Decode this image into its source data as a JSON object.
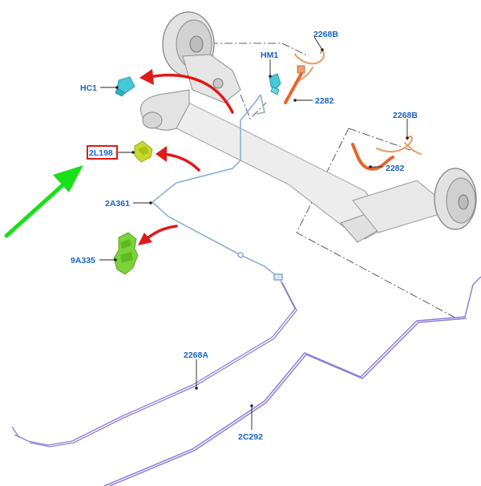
{
  "colors": {
    "label": "#1b63c6",
    "arrow_red": "#e01919",
    "arrow_green": "#19e019",
    "highlight_box": "#e01919",
    "axle": "#e6e6e6",
    "pipe_blue": "#8aaed6",
    "pipe_purple": "#8a80d8",
    "hose_orange": "#e8642c",
    "sensor_cyan": "#45c8d8",
    "connector_green": "#8ed23a"
  },
  "icons": [
    "red-curved-arrow",
    "green-pointer-arrow",
    "brake-drum",
    "brake-hose",
    "clip",
    "bracket"
  ],
  "labels": {
    "hc1": "HC1",
    "hm1": "HM1",
    "l2268b_top": "2268B",
    "l2282_top": "2282",
    "l2268b_right": "2268B",
    "l2282_right": "2282",
    "l2l198": "2L198",
    "l2a361": "2A361",
    "l9a335": "9A335",
    "l2268a": "2268A",
    "l2c292": "2C292"
  }
}
